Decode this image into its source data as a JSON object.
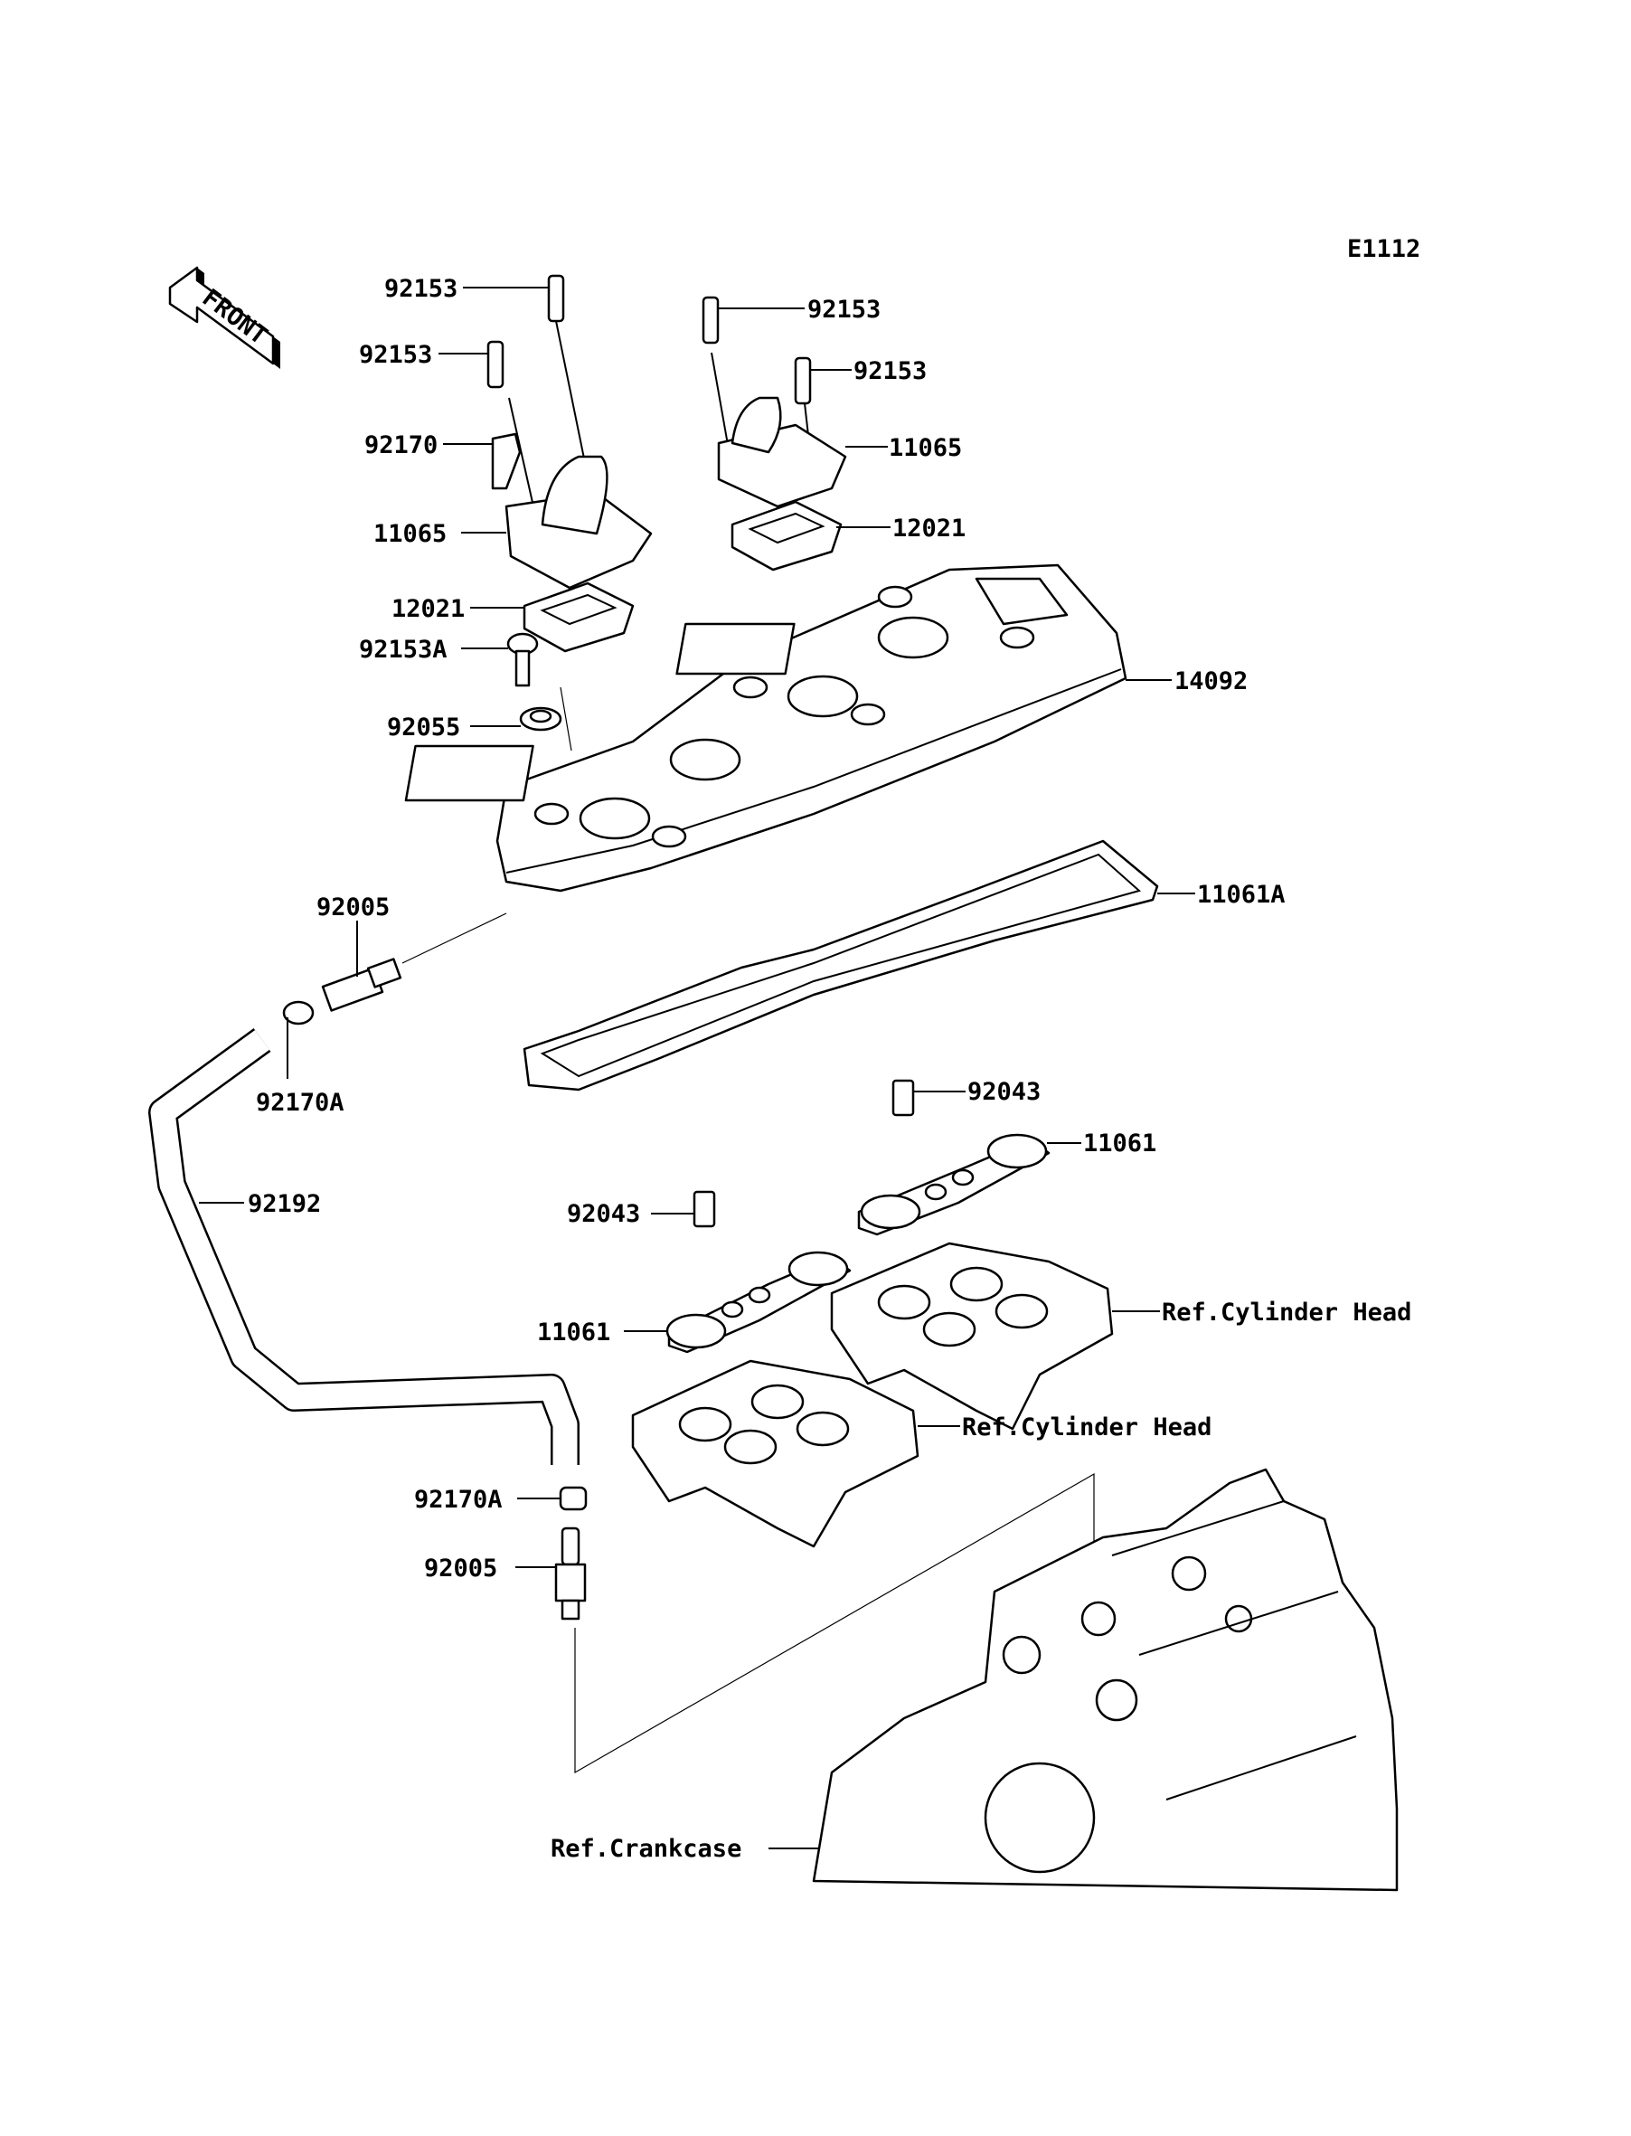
{
  "diagram_code": "E1112",
  "front_arrow": "FRONT",
  "labels": [
    "92153",
    "92153",
    "92153",
    "92153",
    "92170",
    "11065",
    "11065",
    "12021",
    "12021",
    "92153A",
    "92055",
    "14092",
    "11061A",
    "92005",
    "92170A",
    "92192",
    "92043",
    "11061",
    "92043",
    "11061",
    "Ref.Cylinder Head",
    "Ref.Cylinder Head",
    "92170A",
    "92005",
    "Ref.Crankcase"
  ]
}
